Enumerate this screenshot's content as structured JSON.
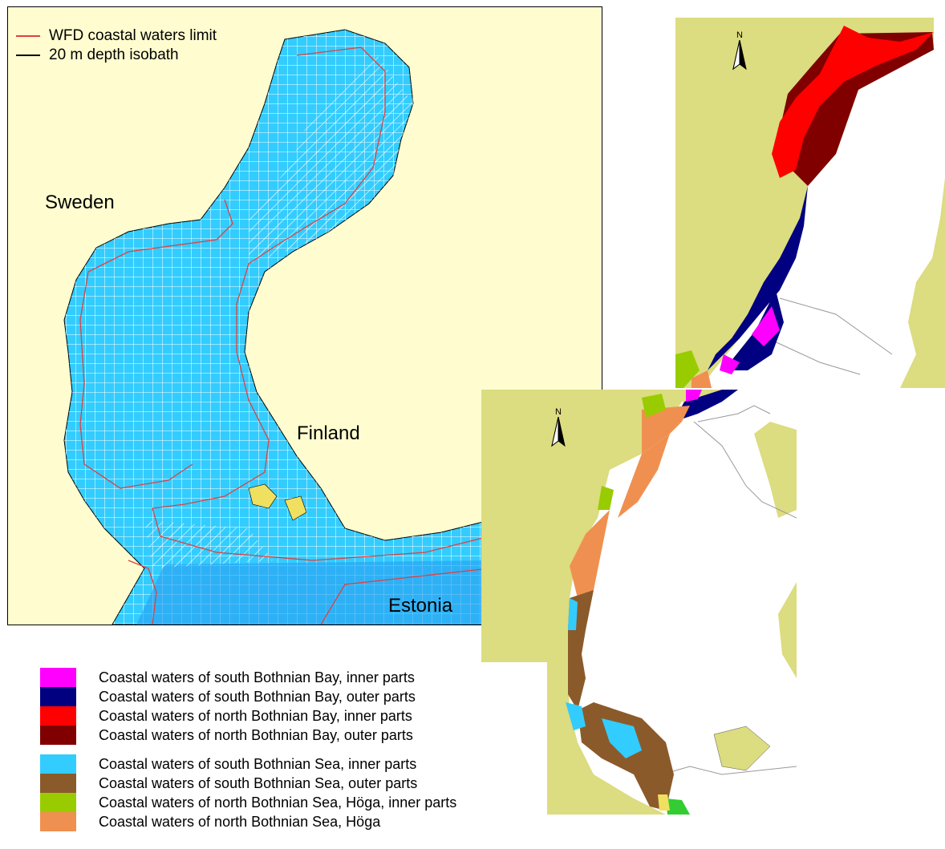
{
  "overview_map": {
    "legend": [
      {
        "label": "WFD coastal waters limit",
        "color": "#e04040"
      },
      {
        "label": "20 m depth isobath",
        "color": "#000000"
      }
    ],
    "countries": {
      "sweden": "Sweden",
      "finland": "Finland",
      "estonia": "Estonia"
    },
    "colors": {
      "land": "#fffdd0",
      "sea": "#33ccff",
      "grid": "#ffffff",
      "islands": "#f0e060"
    }
  },
  "detail_maps": {
    "north_symbol": "N",
    "colors": {
      "land": "#dcdc80",
      "sea": "#ffffff"
    }
  },
  "legend_groups": [
    [
      {
        "label": "Coastal waters of south Bothnian Bay, inner parts",
        "color": "#ff00ff"
      },
      {
        "label": "Coastal waters of south Bothnian Bay, outer parts",
        "color": "#000080"
      },
      {
        "label": "Coastal waters of north Bothnian Bay, inner parts",
        "color": "#ff0000"
      },
      {
        "label": "Coastal waters of north Bothnian Bay, outer parts",
        "color": "#800000"
      }
    ],
    [
      {
        "label": "Coastal waters of south Bothnian Sea, inner parts",
        "color": "#33ccff"
      },
      {
        "label": "Coastal waters of south Bothnian Sea, outer parts",
        "color": "#8b5a2b"
      },
      {
        "label": "Coastal waters of north Bothnian Sea, Höga, inner parts",
        "color": "#99cc00"
      },
      {
        "label": "Coastal waters of north Bothnian Sea, Höga",
        "color": "#f09050"
      }
    ]
  ]
}
